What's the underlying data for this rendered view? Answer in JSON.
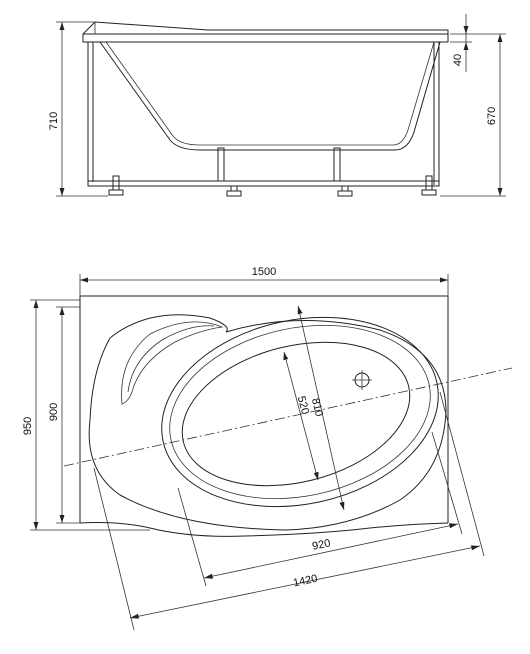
{
  "side_view": {
    "dimensions": {
      "total_height": "710",
      "rim_height": "670",
      "rim_thickness": "40"
    }
  },
  "top_view": {
    "dimensions": {
      "length": "1500",
      "outer_width": "950",
      "inner_width": "900",
      "bowl_short_axis": "520",
      "bowl_long_axis_short": "810",
      "bowl_length": "920",
      "diagonal_length": "1420"
    }
  },
  "colors": {
    "line": "#222222",
    "background": "#ffffff"
  }
}
